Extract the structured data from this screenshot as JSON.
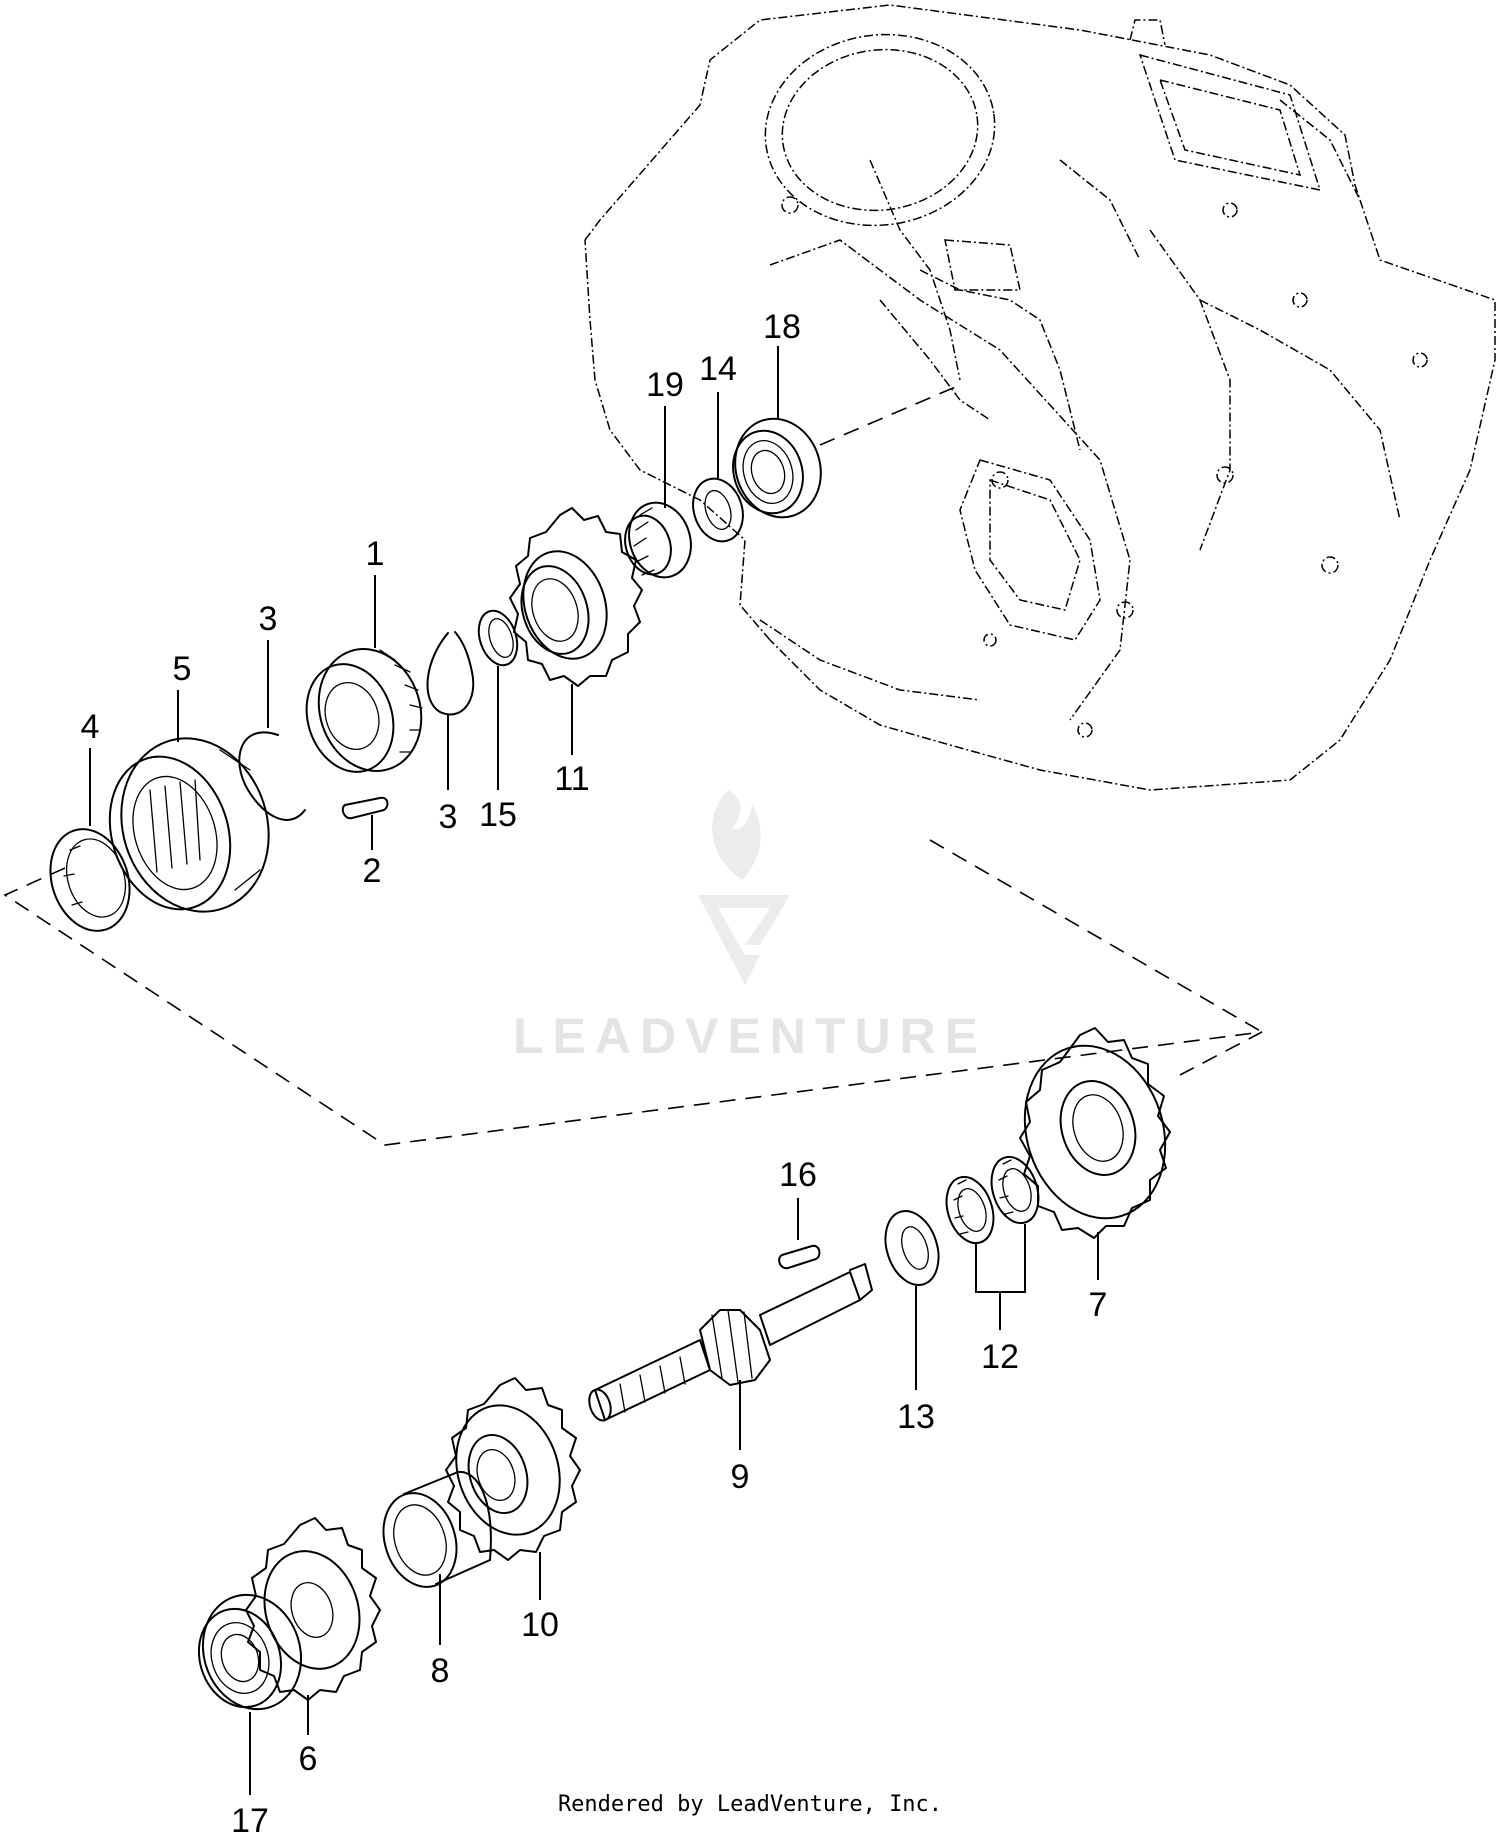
{
  "diagram": {
    "watermark_text": "LEADVENTURE",
    "footer_credit": "Rendered by LeadVenture, Inc.",
    "callouts": [
      "1",
      "2",
      "3",
      "3",
      "4",
      "5",
      "6",
      "7",
      "8",
      "9",
      "10",
      "11",
      "12",
      "13",
      "14",
      "15",
      "16",
      "17",
      "18",
      "19"
    ]
  }
}
